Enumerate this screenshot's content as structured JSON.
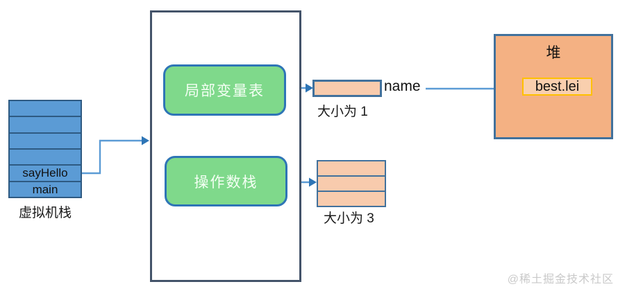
{
  "vm_stack": {
    "label": "虚拟机栈",
    "rows": [
      "",
      "",
      "",
      "",
      "sayHello",
      "main"
    ]
  },
  "stack_frame": {
    "local_variable_table_label": "局部变量表",
    "operand_stack_label": "操作数栈"
  },
  "local_variable_slot": {
    "name_label": "name",
    "size_label": "大小为 1"
  },
  "operand_slots": {
    "count": 3,
    "size_label": "大小为 3"
  },
  "heap": {
    "title": "堆",
    "object_label": "best.lei"
  },
  "watermark": "@稀土掘金技术社区",
  "colors": {
    "stack_fill": "#5b9bd5",
    "stack_border": "#2e5a82",
    "frame_border": "#44546a",
    "green_fill": "#7fd98b",
    "green_border": "#2e75b6",
    "slot_fill": "#f8cbad",
    "slot_border": "#41719c",
    "heap_fill": "#f4b183",
    "heap_object_border": "#ffc000",
    "arrow_line": "#5b9bd5",
    "arrow_head": "#2e75b6"
  }
}
